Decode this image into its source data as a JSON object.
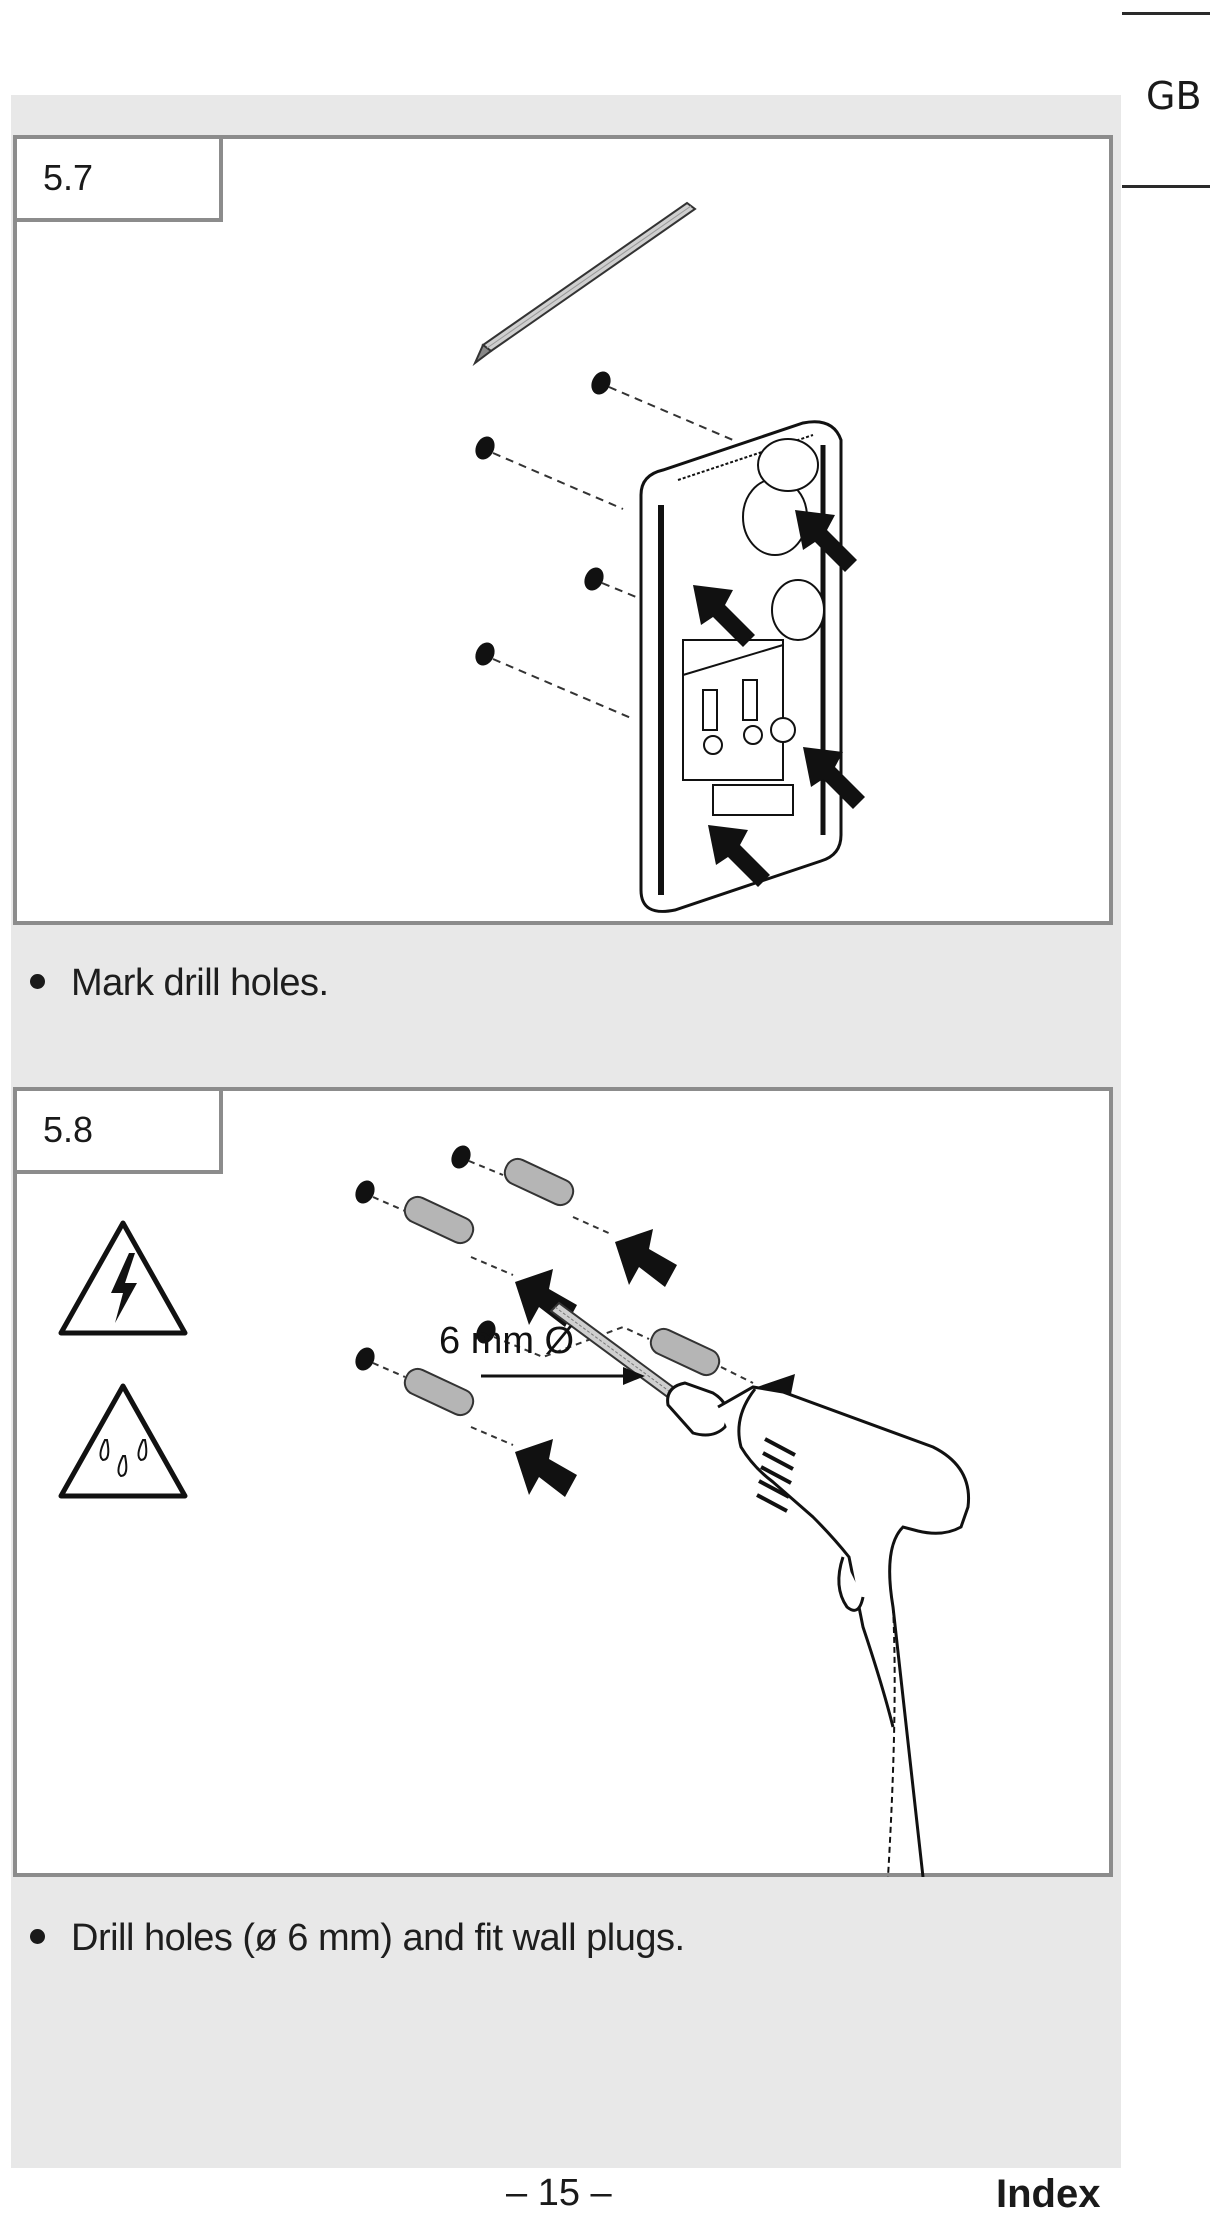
{
  "side_tab": {
    "language": "GB"
  },
  "steps": [
    {
      "number": "5.7",
      "instruction": "Mark drill holes.",
      "illustration": "pencil marking four drill holes through mounting base"
    },
    {
      "number": "5.8",
      "instruction": "Drill holes (ø 6 mm) and fit wall plugs.",
      "illustration": "drill making holes and inserting four wall plugs",
      "dimension_label": "6 mm Ø",
      "warning_icons": [
        "electrical-hazard-icon",
        "water-hazard-icon"
      ]
    }
  ],
  "footer": {
    "page": "– 15 –",
    "index_link": "Index"
  }
}
